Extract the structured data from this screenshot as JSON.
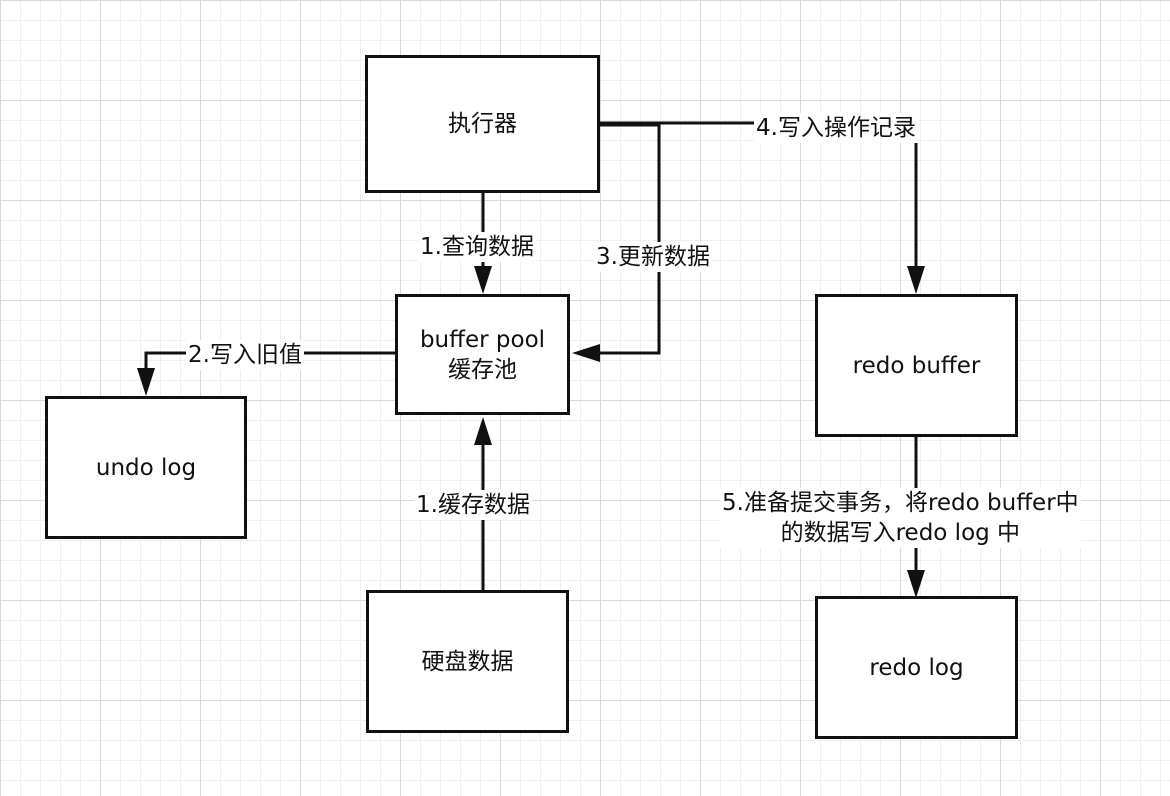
{
  "nodes": {
    "executor": "执行器",
    "buffer_pool": "buffer pool\n缓存池",
    "undo_log": "undo log",
    "disk_data": "硬盘数据",
    "redo_buffer": "redo buffer",
    "redo_log": "redo log"
  },
  "edges": {
    "query_data": "1.查询数据",
    "write_old_value": "2.写入旧值",
    "update_data": "3.更新数据",
    "write_operation_record": "4.写入操作记录",
    "cache_data": "1.缓存数据",
    "prepare_commit": "5.准备提交事务，将redo buffer中\n的数据写入redo log 中"
  }
}
